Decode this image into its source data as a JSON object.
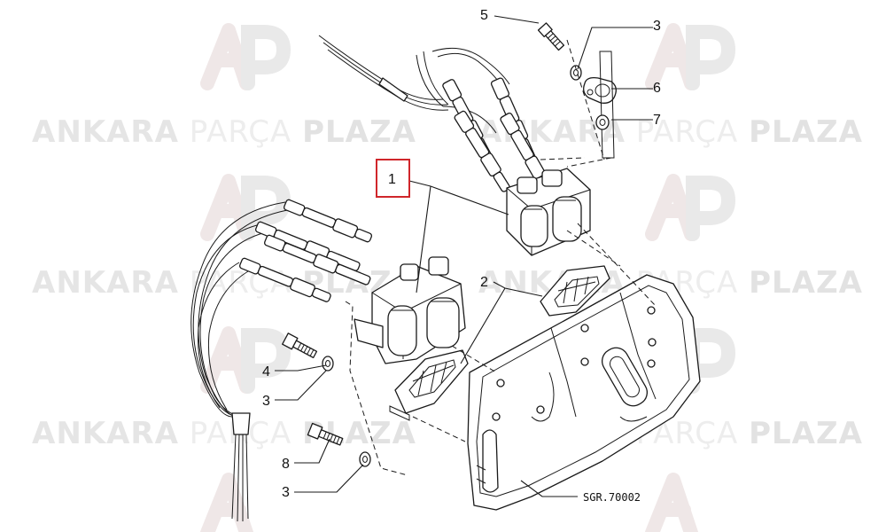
{
  "watermark": {
    "part1": "ANKARA",
    "part2": "PARÇA",
    "part3": "PLAZA"
  },
  "callouts": {
    "c1": "1",
    "c2": "2",
    "c3a": "3",
    "c3b": "3",
    "c3c": "3",
    "c4": "4",
    "c5": "5",
    "c6": "6",
    "c7": "7",
    "c8": "8"
  },
  "drawing_code": "SGR.70002",
  "colors": {
    "highlight": "#d0262b",
    "line": "#1a1a1a",
    "watermark": "#e5e5e5"
  }
}
